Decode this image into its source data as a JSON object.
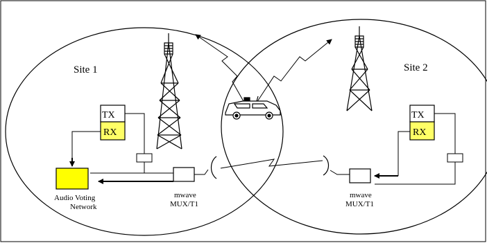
{
  "site1": {
    "label": "Site 1"
  },
  "site2": {
    "label": "Site 2"
  },
  "left_radio": {
    "tx": "TX",
    "rx": "RX"
  },
  "right_radio": {
    "tx": "TX",
    "rx": "RX"
  },
  "voting": {
    "line1": "Audio Voting",
    "line2": "Network"
  },
  "left_mux": {
    "line1": "mwave",
    "line2": "MUX/T1"
  },
  "right_mux": {
    "line1": "mwave",
    "line2": "MUX/T1"
  },
  "colors": {
    "rx_fill": "#ffff66",
    "voting_fill": "#ffff00",
    "line": "#000000",
    "background": "#ffffff"
  }
}
